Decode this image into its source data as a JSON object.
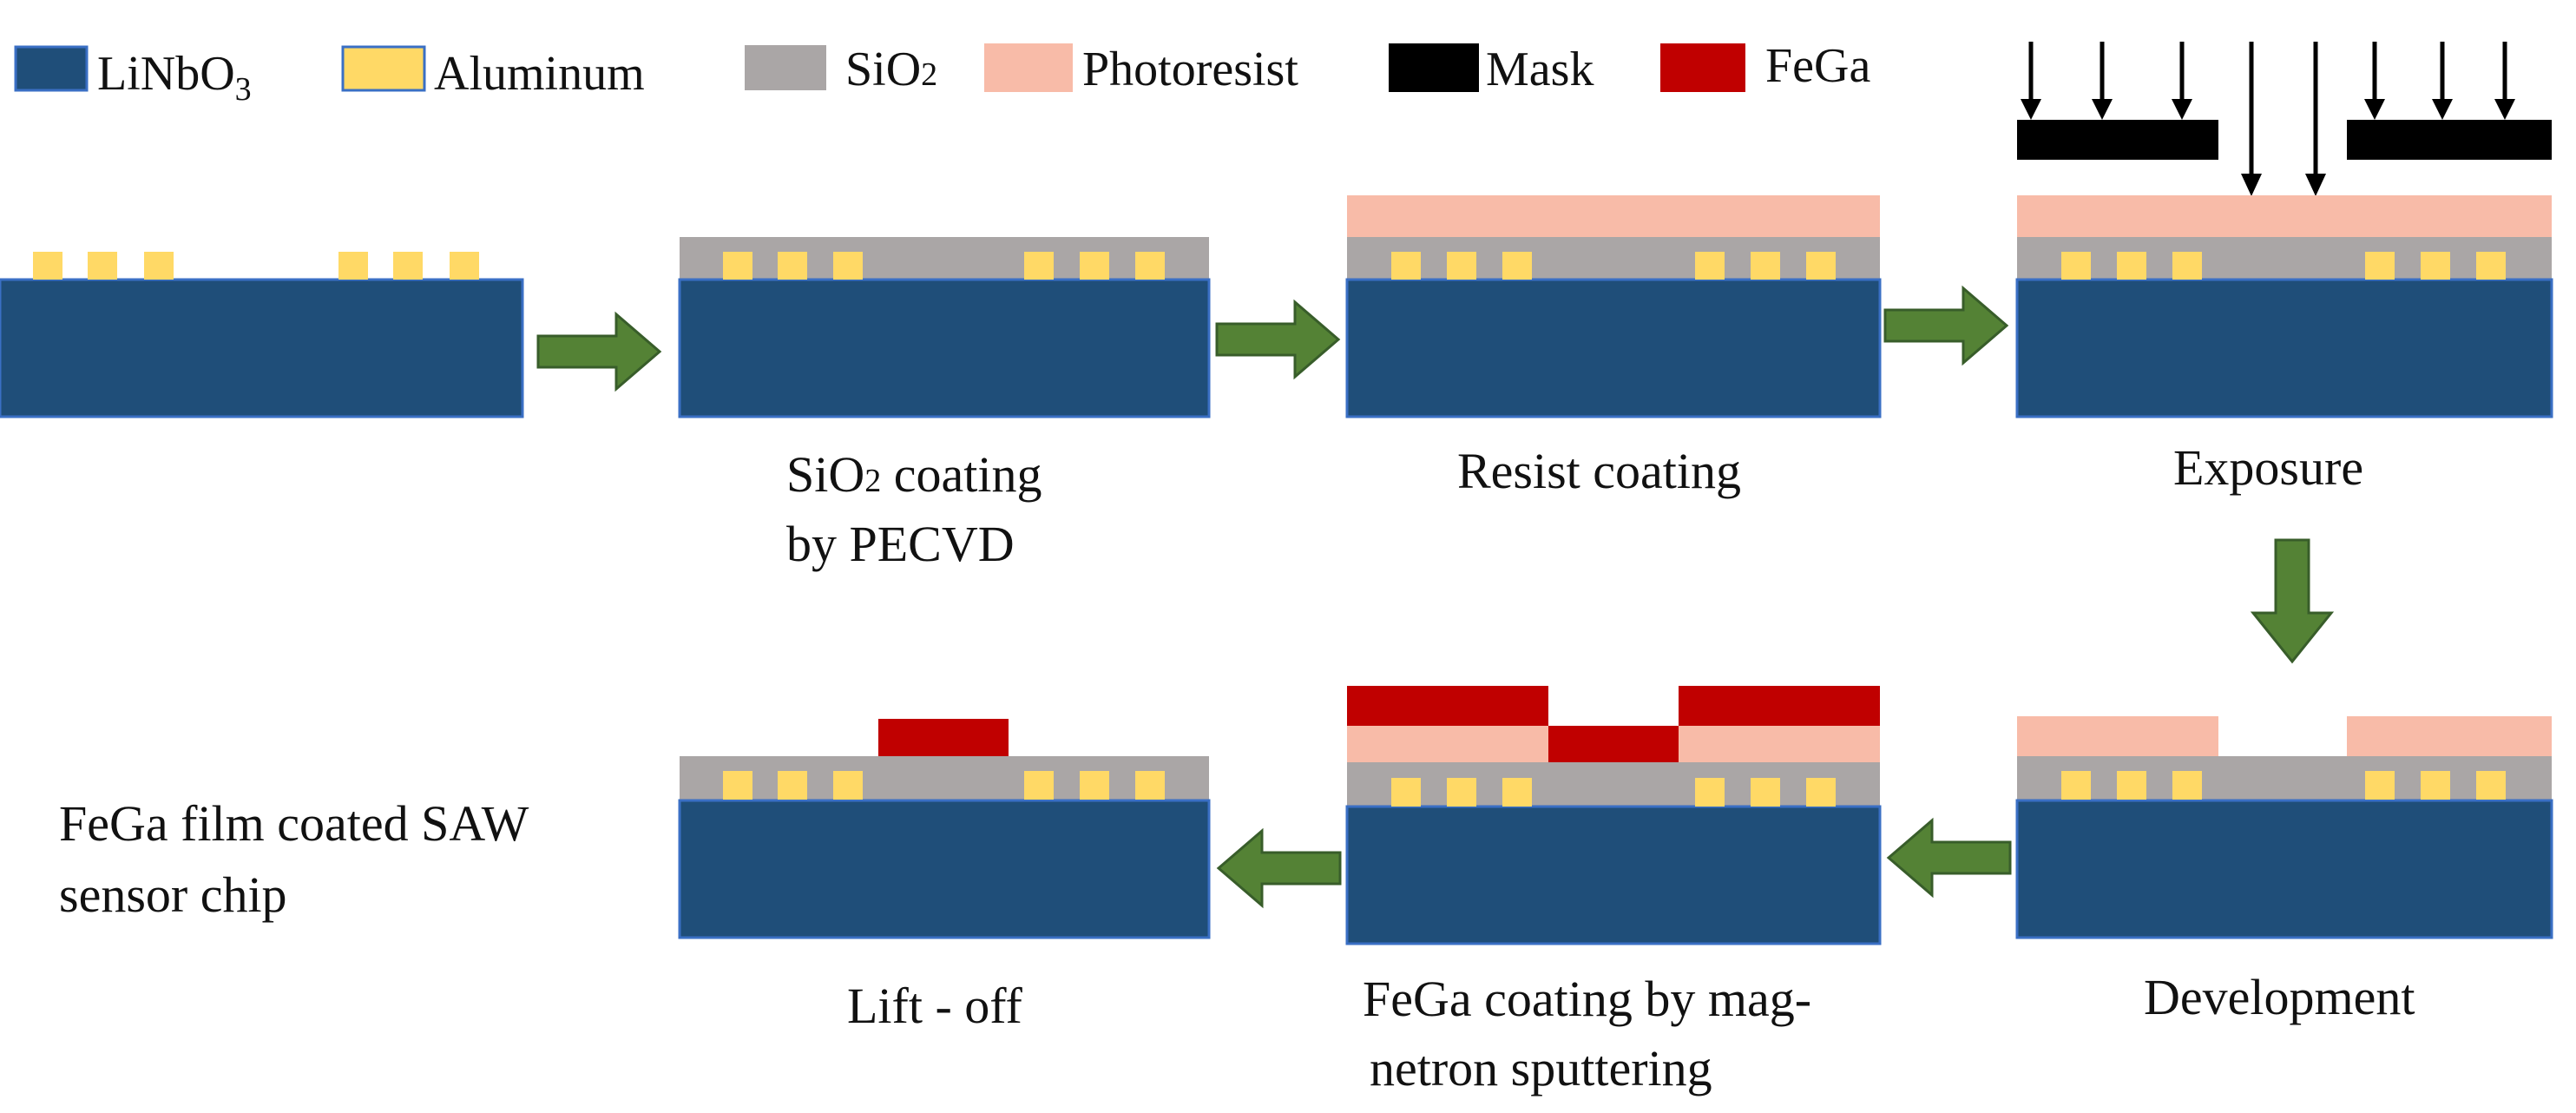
{
  "colors": {
    "linbo3": "#1f4e79",
    "linbo3_stroke": "#3a6fc4",
    "aluminum": "#ffd966",
    "sio2": "#aaa6a6",
    "photoresist": "#f8bba8",
    "mask": "#000000",
    "fega": "#c00000",
    "arrow": "#548235",
    "arrow_stroke": "#385d2a",
    "text": "#111111"
  },
  "legend": [
    {
      "base": "LiNbO",
      "sub": "3",
      "color_key": "linbo3"
    },
    {
      "base": "Aluminum",
      "sub": "",
      "color_key": "aluminum"
    },
    {
      "base": "SiO",
      "sub": "2",
      "color_key": "sio2"
    },
    {
      "base": "Photoresist",
      "sub": "",
      "color_key": "photoresist"
    },
    {
      "base": "Mask",
      "sub": "",
      "color_key": "mask"
    },
    {
      "base": "FeGa",
      "sub": "",
      "color_key": "fega"
    }
  ],
  "steps": {
    "step1_caption": "",
    "step2_caption_line1_base": "SiO",
    "step2_caption_line1_sub": "2",
    "step2_caption_line1_rest": " coating",
    "step2_caption_line2": "by PECVD",
    "step3_caption": "Resist coating",
    "step4_caption": "Exposure",
    "step5_caption": "Development",
    "step6_caption_line1": "FeGa coating by mag-",
    "step6_caption_line2": "netron sputtering",
    "step7_caption": "Lift - off",
    "final_caption_line1": "FeGa  film  coated  SAW",
    "final_caption_line2": "sensor chip"
  }
}
